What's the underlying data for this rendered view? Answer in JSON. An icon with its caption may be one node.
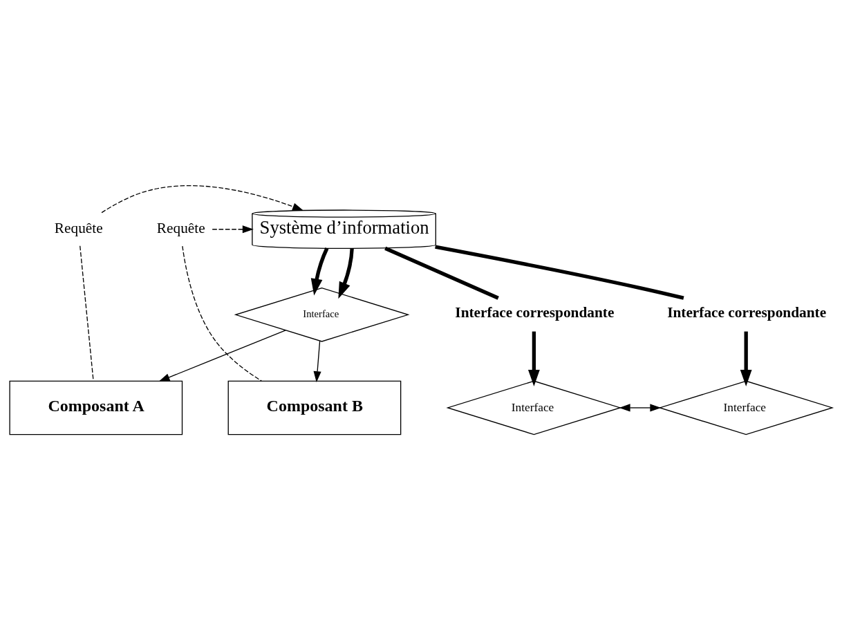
{
  "diagram": {
    "nodes": [
      {
        "text": [
          "Requête"
        ]
      },
      {
        "text": [
          "Requête"
        ]
      },
      {
        "text": [
          "Système d’information"
        ]
      },
      {
        "text": [
          "Interface"
        ]
      },
      {
        "text": [
          "Interface correspondante"
        ]
      },
      {
        "text": [
          "Interface correspondante"
        ]
      },
      {
        "text": [
          "Interface"
        ]
      },
      {
        "text": [
          "Composant A"
        ]
      },
      {
        "text": [
          "Interface"
        ]
      },
      {
        "text": [
          "Composant B"
        ]
      }
    ],
    "edges": [
      {
        "from": 0,
        "to": 2,
        "arrow": "to",
        "style": "dashed"
      },
      {
        "from": 1,
        "to": 2,
        "arrow": "to",
        "style": "dashed"
      },
      {
        "from": 2,
        "to": 3,
        "arrow": "to",
        "style": "thick"
      },
      {
        "from": 2,
        "to": 3,
        "arrow": "to",
        "style": "thick"
      },
      {
        "from": 2,
        "to": 4,
        "arrow": "none",
        "style": "thick"
      },
      {
        "from": 2,
        "to": 5,
        "arrow": "none",
        "style": "thick"
      },
      {
        "from": 4,
        "to": 6,
        "arrow": "to",
        "style": "thick"
      },
      {
        "from": 5,
        "to": 8,
        "arrow": "to",
        "style": "thick"
      },
      {
        "from": 6,
        "to": 8,
        "arrow": "both"
      },
      {
        "from": 3,
        "to": 7,
        "arrow": "to"
      },
      {
        "from": 3,
        "to": 9,
        "arrow": "to"
      },
      {
        "from": 0,
        "to": 7,
        "arrow": "none",
        "style": "dashed"
      },
      {
        "from": 1,
        "to": 9,
        "arrow": "none",
        "style": "dashed"
      }
    ]
  }
}
